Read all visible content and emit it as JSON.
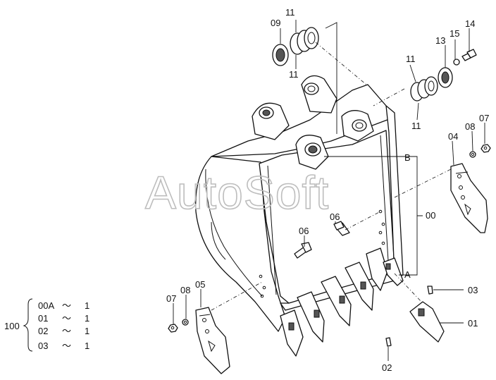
{
  "watermark": "AutoSoft",
  "callouts": {
    "c09": "09",
    "c11_top": "11",
    "c11_bot": "11",
    "c11r_top": "11",
    "c11r_bot": "11",
    "c13": "13",
    "c15": "15",
    "c14": "14",
    "c04": "04",
    "c08r": "08",
    "c07r": "07",
    "cB": "B",
    "c00": "00",
    "c06a": "06",
    "c06b": "06",
    "cA": "A",
    "c07l": "07",
    "c08l": "08",
    "c05": "05",
    "c03": "03",
    "c01": "01",
    "c02": "02"
  },
  "bom": {
    "assembly": "100",
    "rows": [
      {
        "part": "00A",
        "sep": "〜",
        "qty": "1"
      },
      {
        "part": "01",
        "sep": "〜",
        "qty": "1"
      },
      {
        "part": "02",
        "sep": "〜",
        "qty": "1"
      },
      {
        "part": "03",
        "sep": "〜",
        "qty": "1"
      }
    ]
  },
  "icons": [
    "bucket",
    "tooth",
    "side-cutter",
    "bushing",
    "spring-shim",
    "bolt",
    "washer",
    "nut",
    "pin"
  ]
}
